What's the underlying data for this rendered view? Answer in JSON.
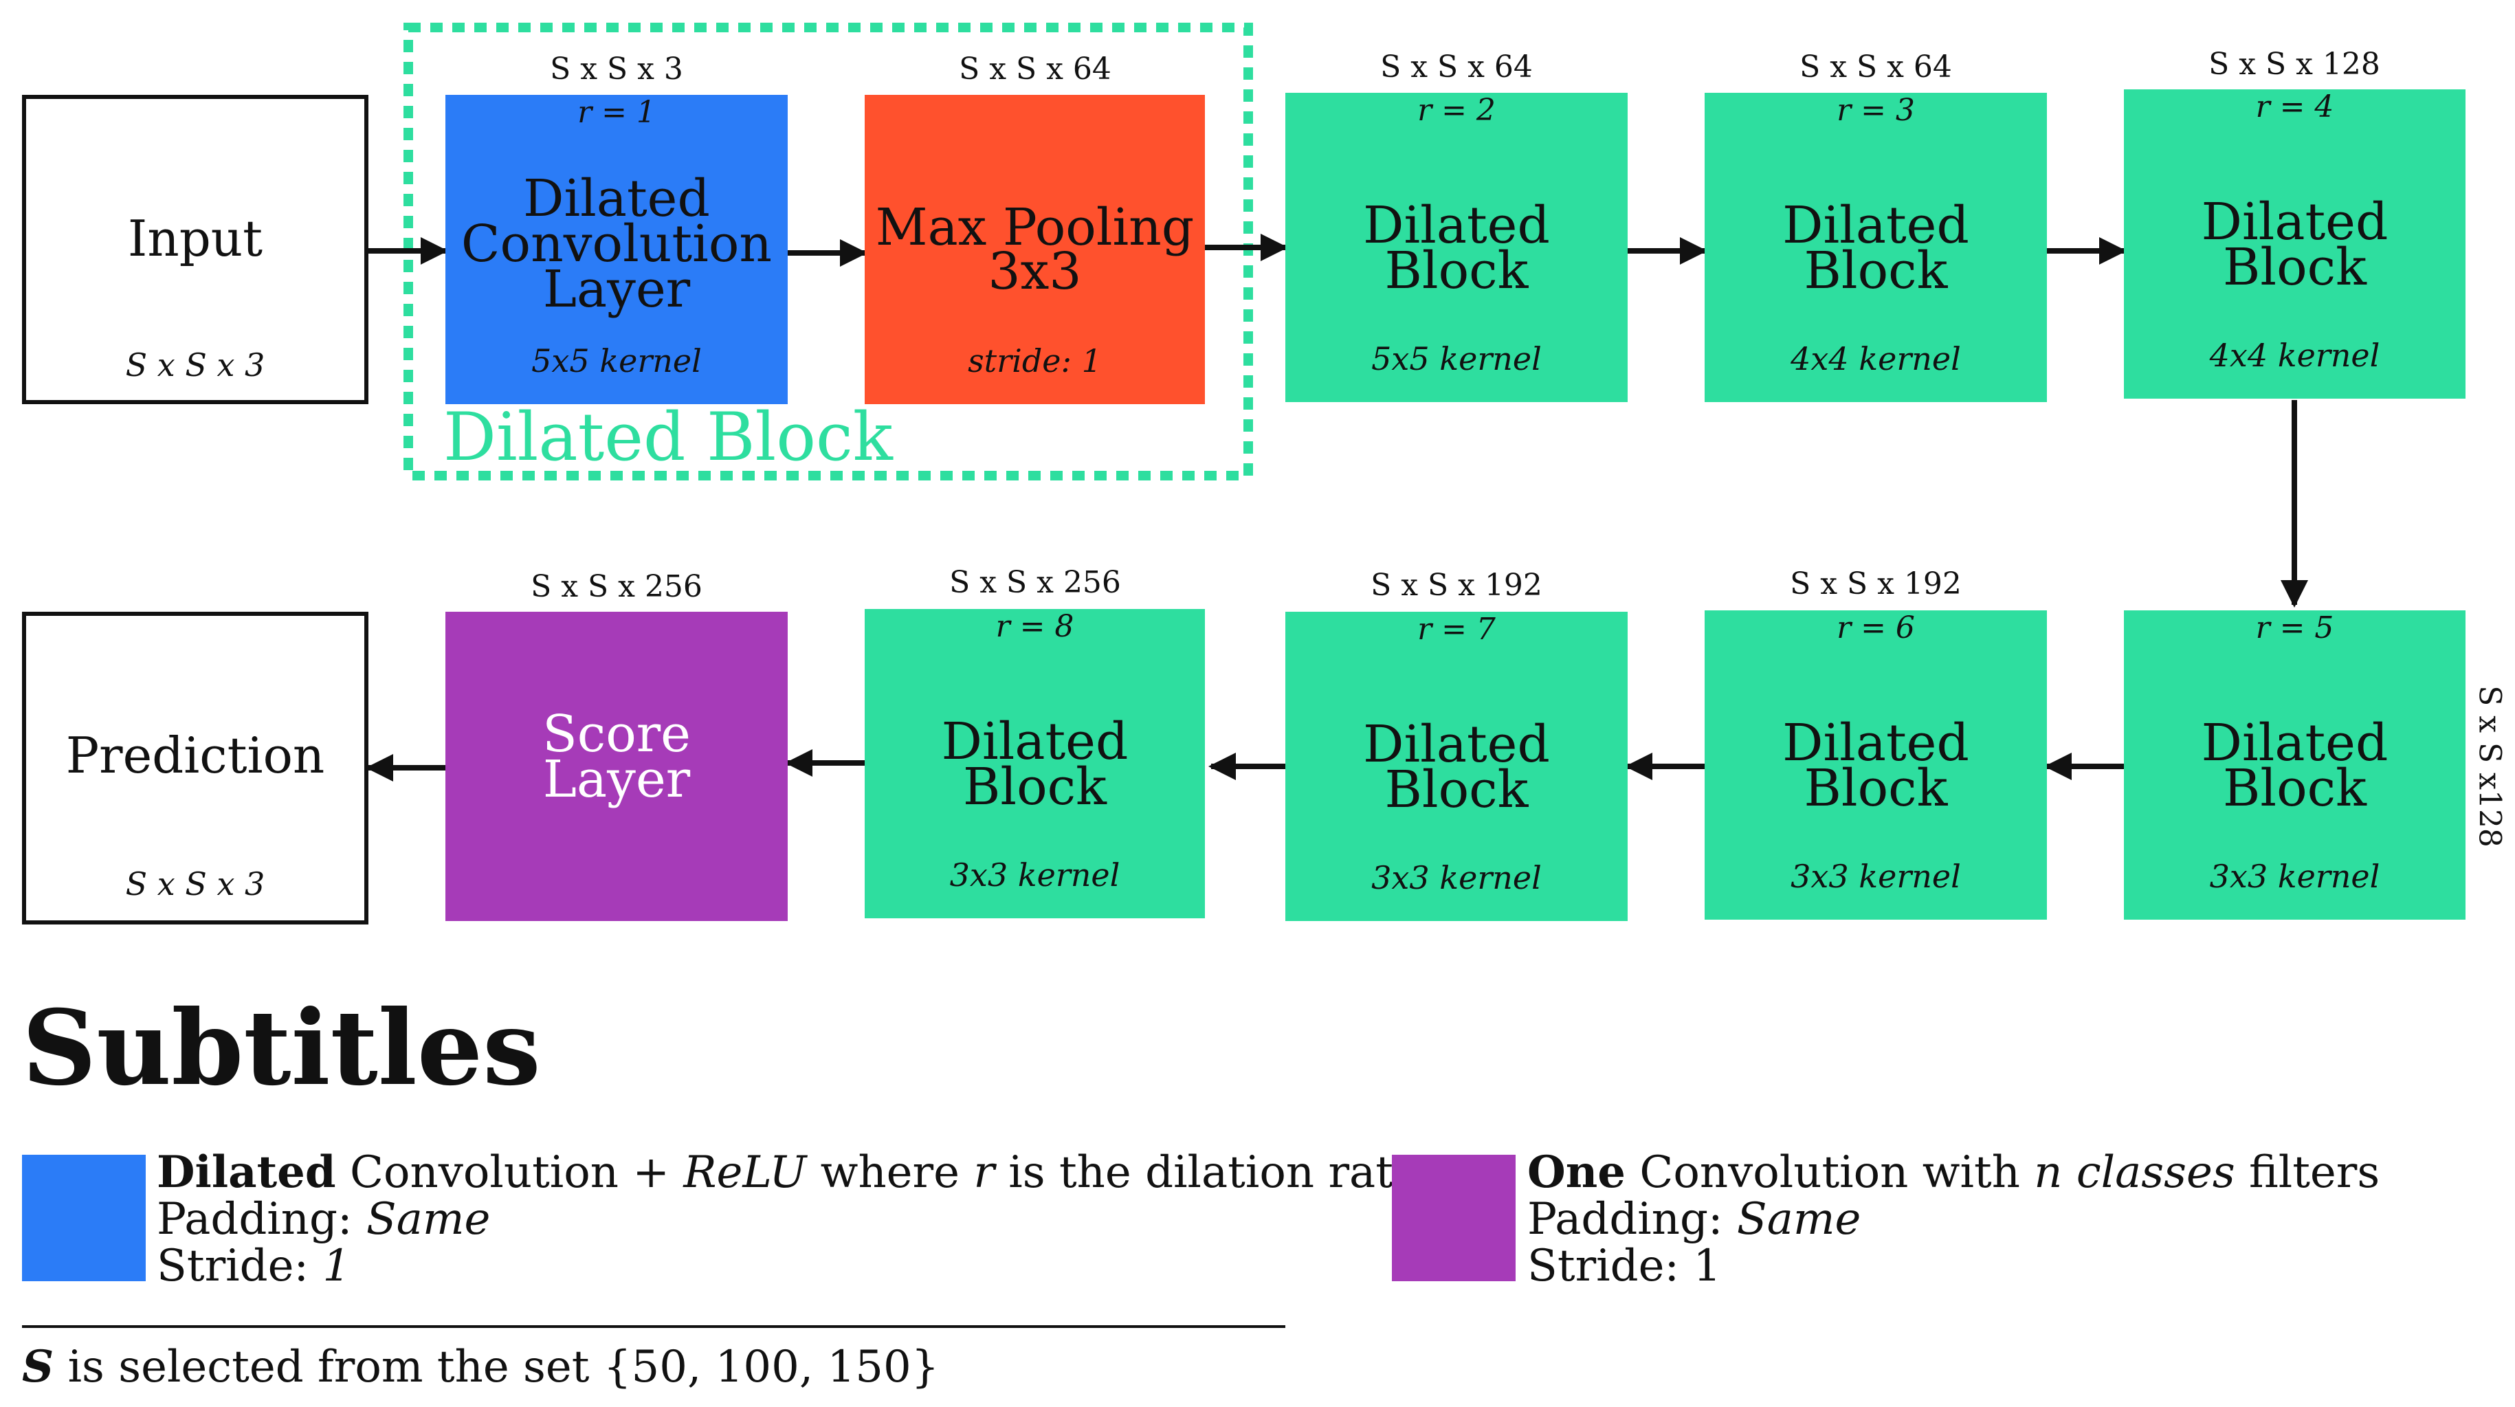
{
  "top_row": [
    {
      "id": "input",
      "dims": "",
      "rate": "",
      "title": [
        "Input"
      ],
      "sub": "S x S x 3"
    },
    {
      "id": "conv",
      "dims": "S x S x 3",
      "rate": "r = 1",
      "title": [
        "Dilated",
        "Convolution",
        "Layer"
      ],
      "sub": "5x5 kernel"
    },
    {
      "id": "pool",
      "dims": "S x S x 64",
      "rate": "",
      "title": [
        "Max Pooling",
        "3x3"
      ],
      "sub": "stride: 1"
    },
    {
      "id": "b2",
      "dims": "S x S x 64",
      "rate": "r = 2",
      "title": [
        "Dilated",
        "Block"
      ],
      "sub": "5x5 kernel"
    },
    {
      "id": "b3",
      "dims": "S x S x 64",
      "rate": "r = 3",
      "title": [
        "Dilated",
        "Block"
      ],
      "sub": "4x4 kernel"
    },
    {
      "id": "b4",
      "dims": "S x S x 128",
      "rate": "r = 4",
      "title": [
        "Dilated",
        "Block"
      ],
      "sub": "4x4 kernel"
    }
  ],
  "bottom_row": [
    {
      "id": "pred",
      "dims": "",
      "rate": "",
      "title": [
        "Prediction"
      ],
      "sub": "S x S x 3"
    },
    {
      "id": "score",
      "dims": "S x S x 256",
      "rate": "",
      "title": [
        "Score",
        "Layer"
      ],
      "sub": ""
    },
    {
      "id": "b8",
      "dims": "S x S x 256",
      "rate": "r = 8",
      "title": [
        "Dilated",
        "Block"
      ],
      "sub": "3x3 kernel"
    },
    {
      "id": "b7",
      "dims": "S x S x 192",
      "rate": "r = 7",
      "title": [
        "Dilated",
        "Block"
      ],
      "sub": "3x3 kernel"
    },
    {
      "id": "b6",
      "dims": "S x S x 192",
      "rate": "r = 6",
      "title": [
        "Dilated",
        "Block"
      ],
      "sub": "3x3 kernel"
    },
    {
      "id": "b5",
      "dims": "",
      "rate": "r = 5",
      "title": [
        "Dilated",
        "Block"
      ],
      "sub": "3x3 kernel"
    }
  ],
  "side_dims": "S x S x128",
  "dilated_block_label": "Dilated Block",
  "legend": {
    "heading": "Subtitles",
    "blue_item": {
      "bold": "Dilated",
      "t1": " Convolution + ",
      "i1": "ReLU",
      "t2": " where ",
      "i2": "r",
      "t3": " is the dilation rate",
      "pad_label": "Padding: ",
      "pad_value": "Same",
      "stride_label": "Stride: ",
      "stride_value": "1"
    },
    "purple_item": {
      "bold": "One",
      "t1": " Convolution with ",
      "i1": "n classes",
      "t2": " filters",
      "pad_label": "Padding: ",
      "pad_value": "Same",
      "stride_label": "Stride: ",
      "stride_value": "1"
    },
    "footnote_var": "S",
    "footnote_text": " is selected from the set {50, 100, 150}"
  },
  "colors": {
    "green": "#2ede9f",
    "blue": "#2b7cf7",
    "red": "#ff512d",
    "purple": "#a63bb8"
  }
}
